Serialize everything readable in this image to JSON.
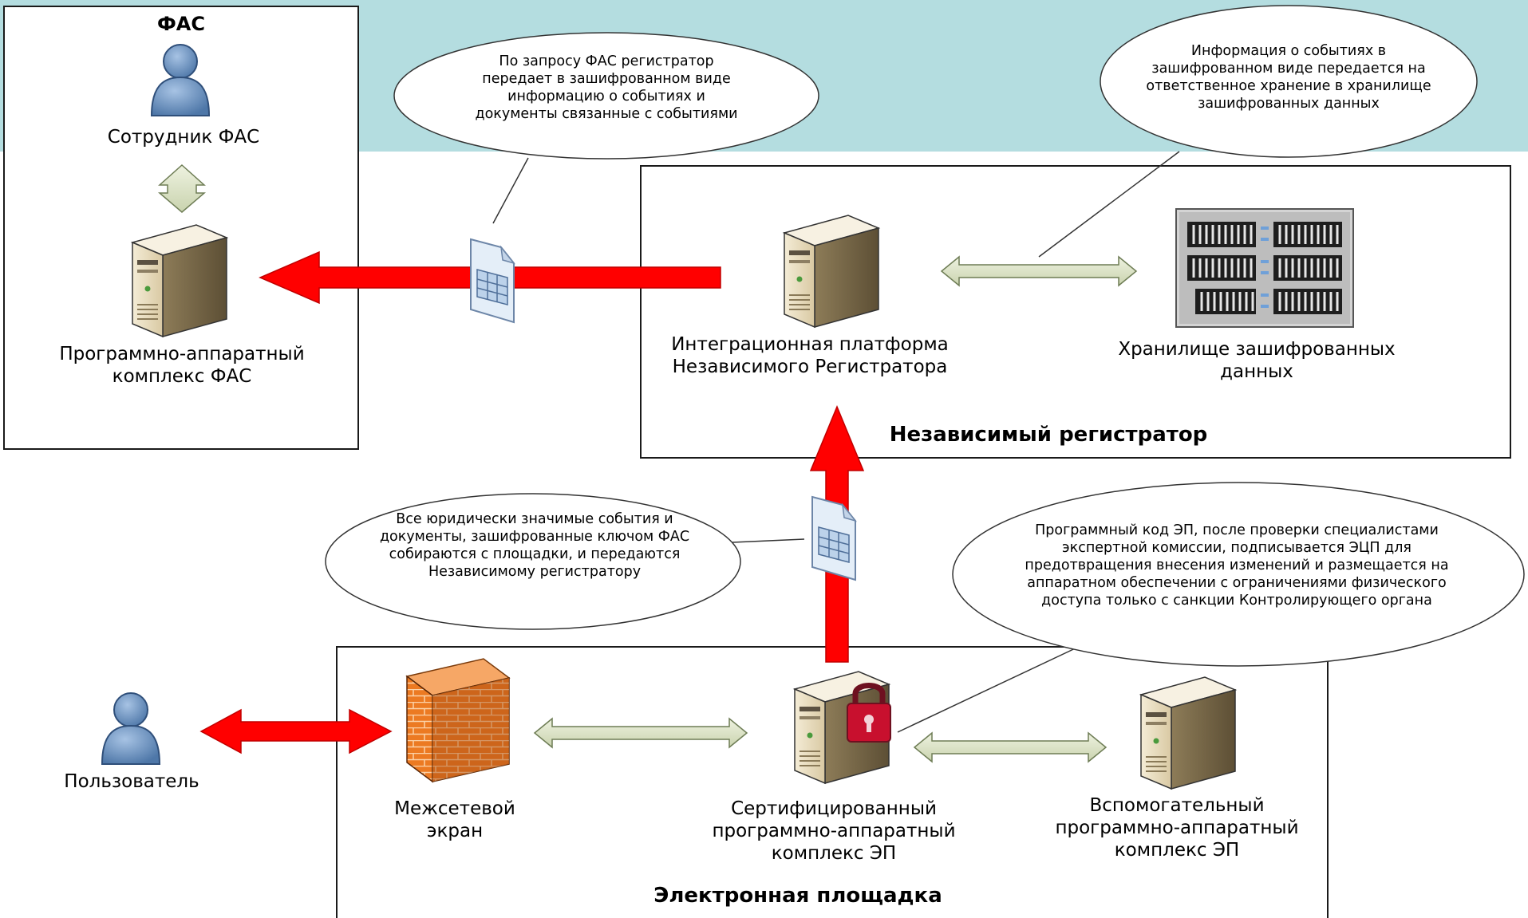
{
  "fas": {
    "title": "ФАС",
    "employee_label": "Сотрудник ФАС",
    "complex_label": [
      "Программно-аппаратный",
      "комплекс ФАС"
    ]
  },
  "registrar": {
    "title": "Независимый регистратор",
    "platform_label": [
      "Интеграционная платформа",
      "Независимого Регистратора"
    ],
    "storage_label": [
      "Хранилище зашифрованных",
      "данных"
    ]
  },
  "platform": {
    "title": "Электронная площадка",
    "firewall_label": [
      "Межсетевой",
      "экран"
    ],
    "certified_label": [
      "Сертифицированный",
      "программно-аппаратный",
      "комплекс ЭП"
    ],
    "aux_label": [
      "Вспомогательный",
      "программно-аппаратный",
      "комплекс ЭП"
    ]
  },
  "user_label": "Пользователь",
  "callouts": {
    "fas_request": [
      "По запросу ФАС регистратор",
      "передает в зашифрованном виде",
      "информацию о событиях и",
      "документы связанные с событиями"
    ],
    "storage_info": [
      "Информация о событиях в",
      "зашифрованном виде передается на",
      "ответственное хранение в хранилище",
      "зашифрованных данных"
    ],
    "events_collect": [
      "Все юридически значимые события и",
      "документы, зашифрованные ключом ФАС",
      "собираются с площадки, и передаются",
      "Независимому регистратору"
    ],
    "code_info": [
      "Программный код ЭП, после проверки специалистами",
      "экспертной комиссии, подписывается ЭЦП для",
      "предотвращения внесения изменений и размещается на",
      "аппаратном обеспечении с ограничениями физического",
      "доступа только с санкции Контролирующего органа"
    ]
  },
  "colors": {
    "banner": "#b4dde0",
    "red_arrow": "#ff0000",
    "light_arrow": "#dde6c8",
    "person": "#6f97c4",
    "firewall": "#e8751c",
    "server": "#e9ddc0",
    "lock": "#c8102e"
  },
  "icons": [
    "person-icon",
    "server-icon",
    "document-icon",
    "storage-array-icon",
    "firewall-icon",
    "lock-icon"
  ]
}
